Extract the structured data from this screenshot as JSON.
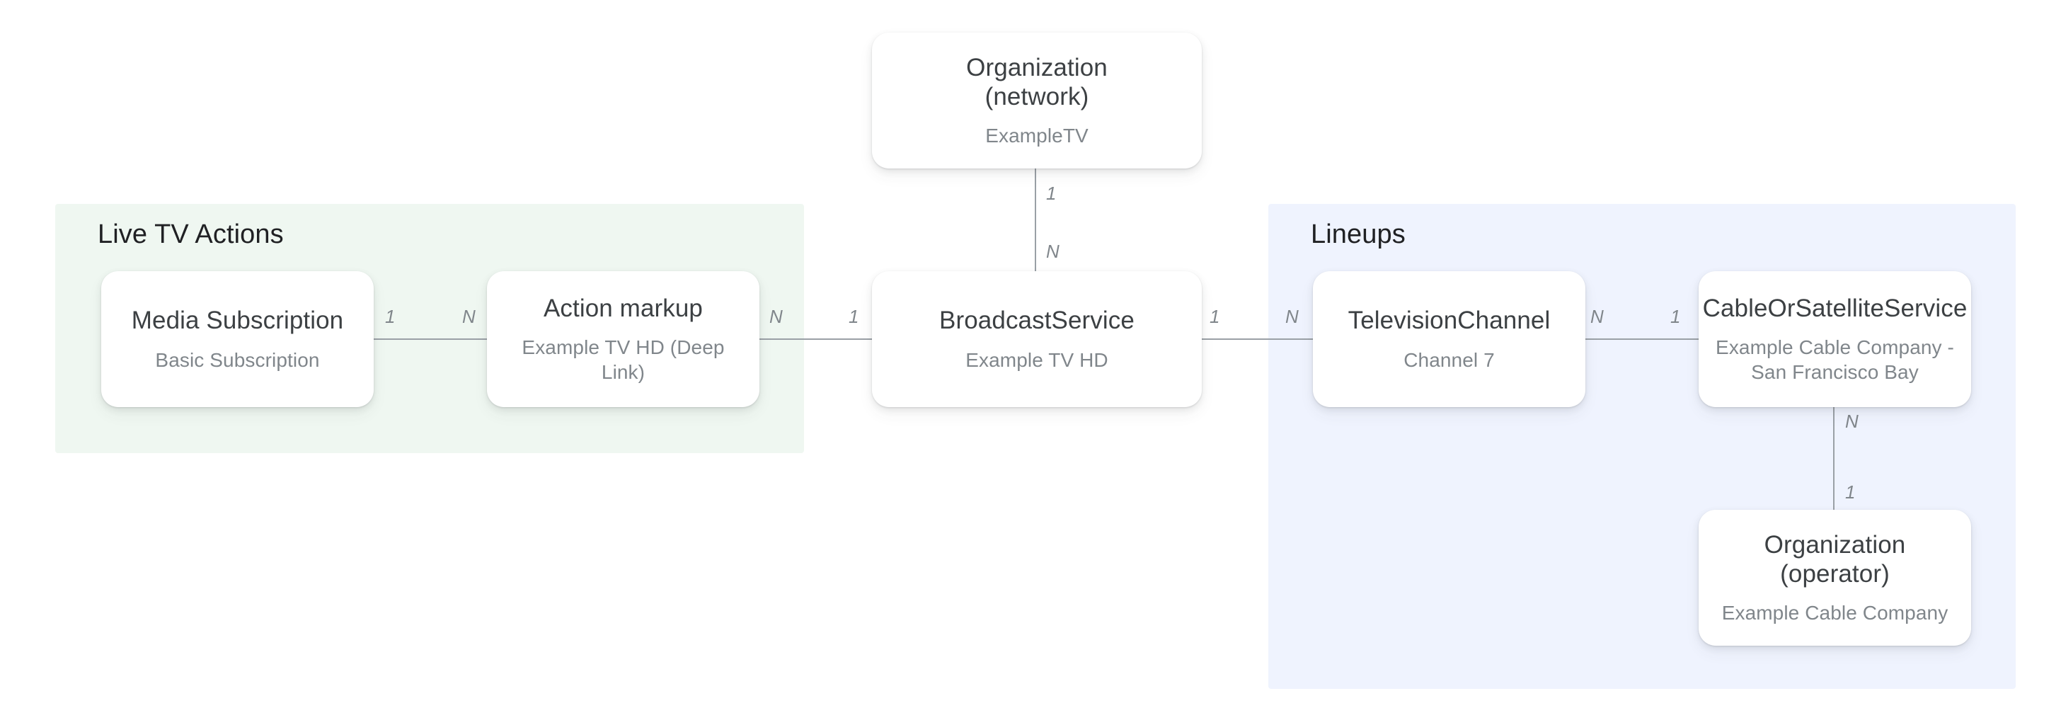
{
  "diagram": {
    "type": "entity-relationship",
    "groups": [
      {
        "id": "live-tv-actions",
        "label": "Live TV Actions",
        "color": "#eff7f1"
      },
      {
        "id": "lineups",
        "label": "Lineups",
        "color": "#eff3fe"
      }
    ],
    "nodes": [
      {
        "id": "organization-network",
        "title": "Organization\n(network)",
        "subtitle": "ExampleTV"
      },
      {
        "id": "media-subscription",
        "title": "Media Subscription",
        "subtitle": "Basic Subscription"
      },
      {
        "id": "action-markup",
        "title": "Action markup",
        "subtitle": "Example TV HD (Deep Link)"
      },
      {
        "id": "broadcast-service",
        "title": "BroadcastService",
        "subtitle": "Example TV HD"
      },
      {
        "id": "television-channel",
        "title": "TelevisionChannel",
        "subtitle": "Channel 7"
      },
      {
        "id": "cable-or-satellite-service",
        "title": "CableOrSatelliteService",
        "subtitle": "Example Cable Company -\nSan Francisco Bay"
      },
      {
        "id": "organization-operator",
        "title": "Organization (operator)",
        "subtitle": "Example Cable Company"
      }
    ],
    "edges": [
      {
        "id": "media-subscription--action-markup",
        "from": "media-subscription",
        "to": "action-markup",
        "from_cardinality": "1",
        "to_cardinality": "N"
      },
      {
        "id": "action-markup--broadcast-service",
        "from": "action-markup",
        "to": "broadcast-service",
        "from_cardinality": "N",
        "to_cardinality": "1"
      },
      {
        "id": "organization-network--broadcast-service",
        "from": "organization-network",
        "to": "broadcast-service",
        "from_cardinality": "1",
        "to_cardinality": "N"
      },
      {
        "id": "broadcast-service--television-channel",
        "from": "broadcast-service",
        "to": "television-channel",
        "from_cardinality": "1",
        "to_cardinality": "N"
      },
      {
        "id": "television-channel--cable-or-satellite-service",
        "from": "television-channel",
        "to": "cable-or-satellite-service",
        "from_cardinality": "N",
        "to_cardinality": "1"
      },
      {
        "id": "cable-or-satellite-service--organization-operator",
        "from": "cable-or-satellite-service",
        "to": "organization-operator",
        "from_cardinality": "N",
        "to_cardinality": "1"
      }
    ]
  }
}
